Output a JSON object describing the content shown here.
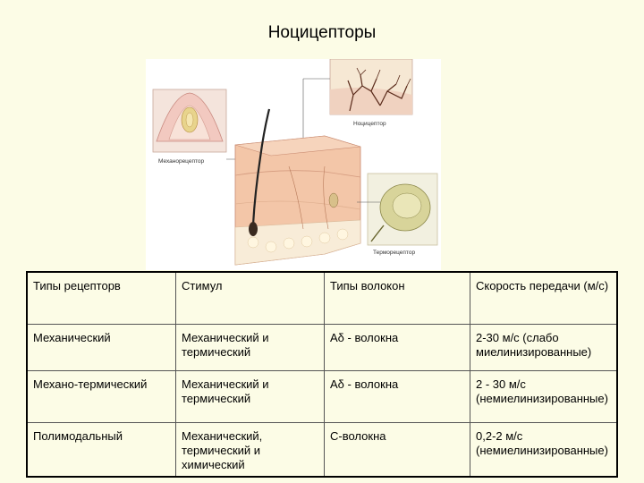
{
  "title": "Ноцицепторы",
  "figure": {
    "labels": {
      "mechanoreceptor": "Механорецептор",
      "nociceptor": "Ноцицептор",
      "thermoreceptor": "Терморецептор"
    }
  },
  "table": {
    "header": [
      "Типы рецепторв",
      "Стимул",
      "Типы волокон",
      "Скорость передачи (м/с)"
    ],
    "rows": [
      [
        "Механический",
        "Механический и термический",
        "Aδ - волокна",
        "2-30 м/с (слабо миелинизированные)"
      ],
      [
        "Механо-термический",
        "Механический и термический",
        "Aδ - волокна",
        "2 - 30 м/с (немиелинизированные)"
      ],
      [
        " Полимодальный",
        "Механический, термический и химический",
        "С-волокна",
        "0,2-2 м/с (немиелинизированные)"
      ]
    ]
  }
}
